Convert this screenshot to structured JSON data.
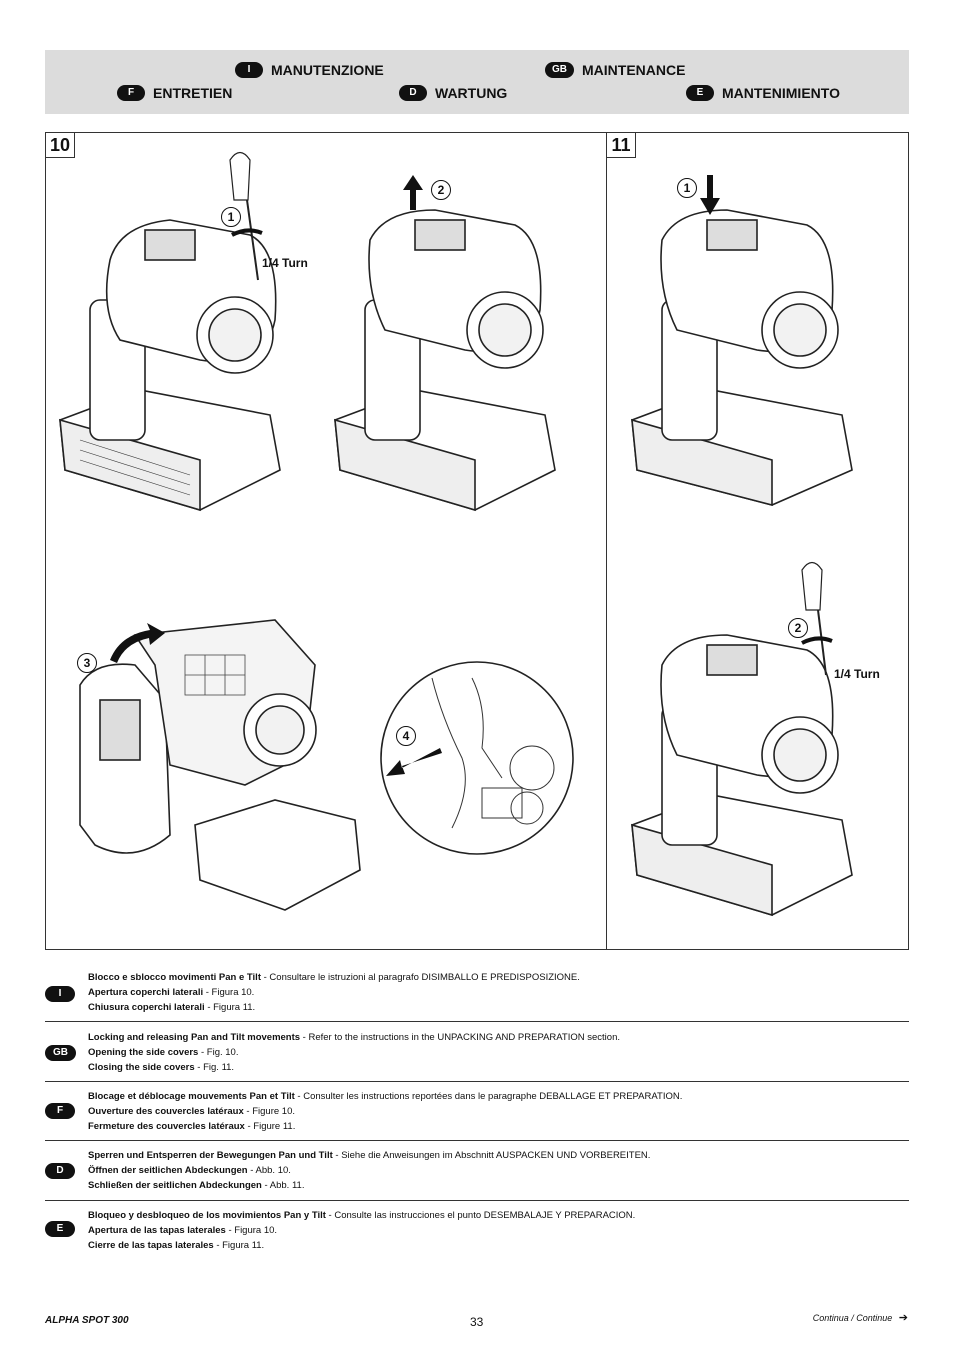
{
  "header": {
    "items": [
      {
        "code": "I",
        "label": "MANUTENZIONE"
      },
      {
        "code": "GB",
        "label": "MAINTENANCE"
      },
      {
        "code": "F",
        "label": "ENTRETIEN"
      },
      {
        "code": "D",
        "label": "WARTUNG"
      },
      {
        "code": "E",
        "label": "MANTENIMIENTO"
      }
    ]
  },
  "figures": {
    "fig10": {
      "number": "10"
    },
    "fig11": {
      "number": "11"
    },
    "steps": [
      "1",
      "2",
      "3",
      "4"
    ],
    "turn_label": "1/4 Turn"
  },
  "languages": [
    {
      "code": "I",
      "line1_bold": "Blocco e sblocco movimenti Pan e Tilt",
      "line1_rest": " - Consultare le istruzioni al paragrafo DISIMBALLO E PREDISPOSIZIONE.",
      "line2_bold": "Apertura coperchi laterali",
      "line2_rest": " - Figura 10.",
      "line3_bold": "Chiusura coperchi laterali",
      "line3_rest": " - Figura 11."
    },
    {
      "code": "GB",
      "line1_bold": "Locking and releasing Pan and Tilt movements",
      "line1_rest": " - Refer to the instructions in the UNPACKING AND PREPARATION section.",
      "line2_bold": "Opening the side covers",
      "line2_rest": " - Fig. 10.",
      "line3_bold": "Closing the side covers",
      "line3_rest": " - Fig. 11."
    },
    {
      "code": "F",
      "line1_bold": "Blocage et déblocage mouvements Pan et Tilt",
      "line1_rest": " - Consulter les instructions reportées dans le paragraphe DEBALLAGE ET PREPARATION.",
      "line2_bold": "Ouverture des couvercles latéraux",
      "line2_rest": " - Figure 10.",
      "line3_bold": "Fermeture des couvercles latéraux",
      "line3_rest": " - Figure 11."
    },
    {
      "code": "D",
      "line1_bold": "Sperren und Entsperren der Bewegungen Pan und Tilt",
      "line1_rest": " - Siehe die Anweisungen im Abschnitt AUSPACKEN UND VORBEREITEN.",
      "line2_bold": "Öffnen der seitlichen Abdeckungen",
      "line2_rest": " - Abb. 10.",
      "line3_bold": "Schließen der seitlichen Abdeckungen",
      "line3_rest": " - Abb. 11."
    },
    {
      "code": "E",
      "line1_bold": "Bloqueo y desbloqueo de los movimientos Pan y Tilt",
      "line1_rest": " - Consulte las instrucciones el punto DESEMBALAJE Y PREPARACION.",
      "line2_bold": "Apertura de las tapas laterales",
      "line2_rest": " - Figura 10.",
      "line3_bold": "Cierre de las tapas laterales",
      "line3_rest": " - Figura 11."
    }
  ],
  "footer": {
    "product": "ALPHA SPOT 300",
    "page": "33",
    "continue": "Continua / Continue",
    "continue_arrow": "➔"
  }
}
